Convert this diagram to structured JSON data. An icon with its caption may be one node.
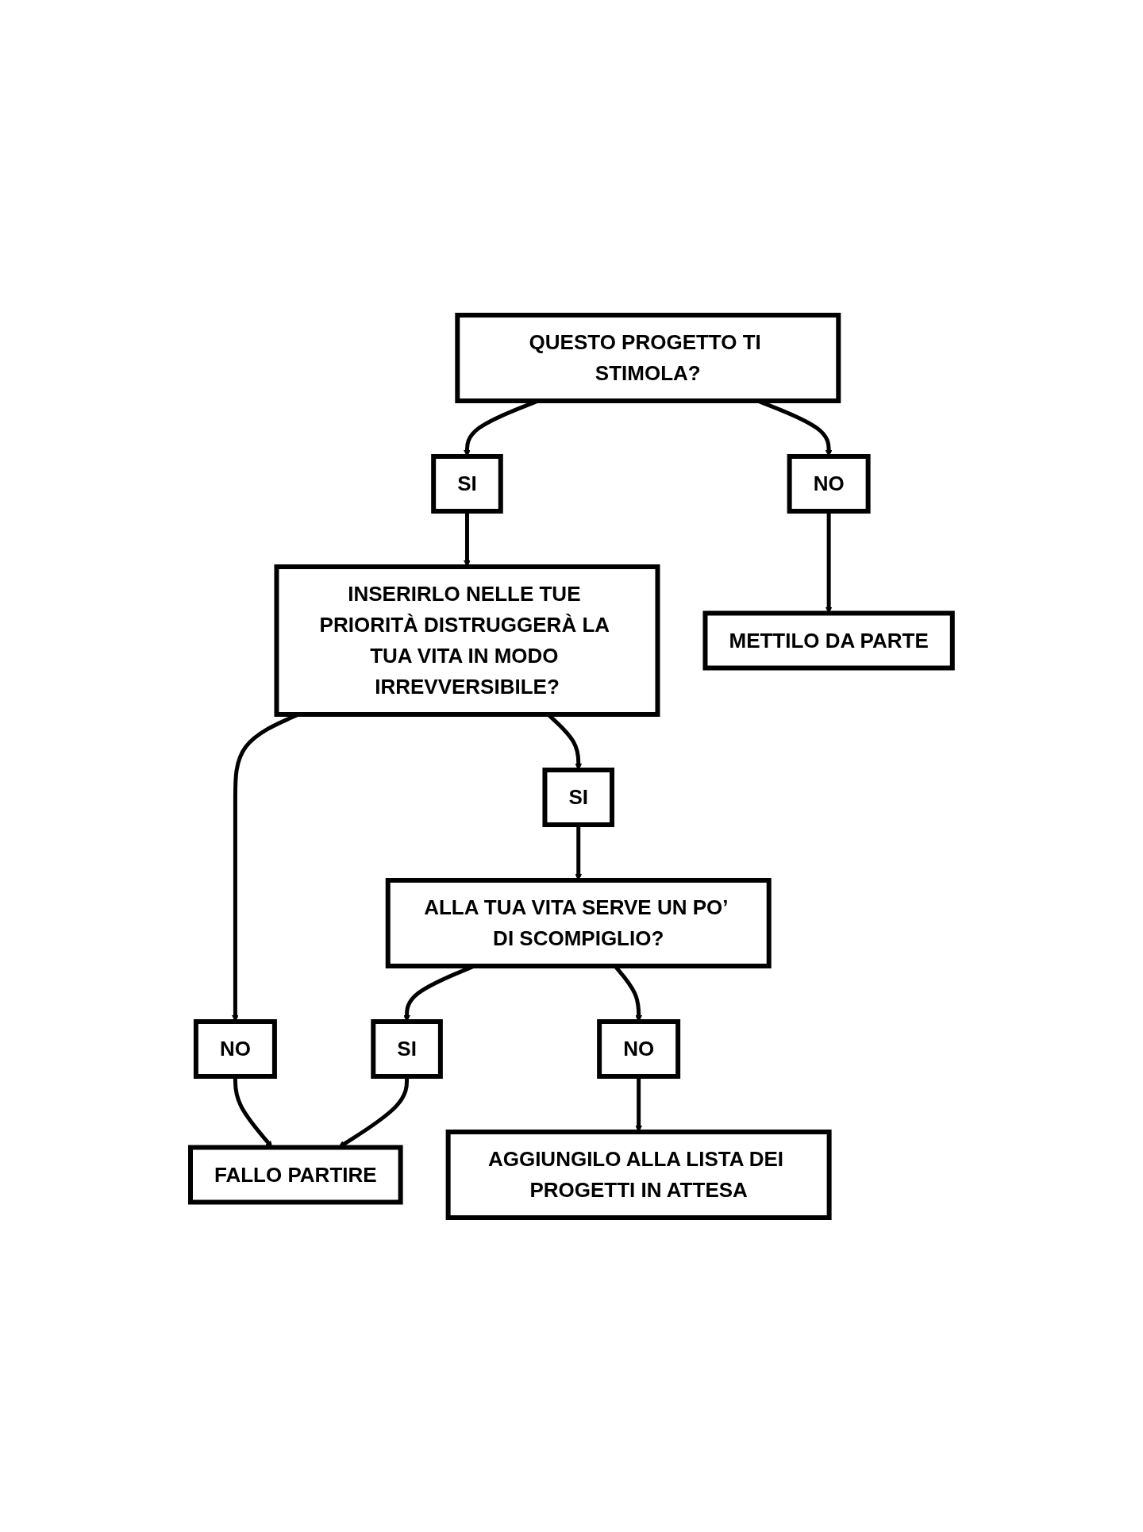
{
  "diagram": {
    "nodes": [
      {
        "text": [
          "QUESTO PROGETTO TI STIMOLA?"
        ]
      },
      {
        "text": [
          "SI"
        ]
      },
      {
        "text": [
          "NO"
        ]
      },
      {
        "text": [
          "INSERIRLO NELLE TUE PRIORITÀ DISTRUGGERÀ LA TUA VITA IN MODO IRREVVERSIBILE?"
        ]
      },
      {
        "text": [
          "METTILO DA PARTE"
        ]
      },
      {
        "text": [
          "SI"
        ]
      },
      {
        "text": [
          "NO"
        ]
      },
      {
        "text": [
          "ALLA TUA VITA SERVE UN PO’ DI SCOMPIGLIO?"
        ]
      },
      {
        "text": [
          "FALLO PARTIRE"
        ]
      },
      {
        "text": [
          "SI"
        ]
      },
      {
        "text": [
          "NO"
        ]
      },
      {
        "text": [
          "AGGIUNGILO ALLA LISTA DEI PROGETTI IN ATTESA"
        ]
      }
    ],
    "edges": [
      {
        "from": 0,
        "to": 1,
        "arrow": "to"
      },
      {
        "from": 0,
        "to": 2,
        "arrow": "to"
      },
      {
        "from": 1,
        "to": 3,
        "arrow": "to"
      },
      {
        "from": 2,
        "to": 4,
        "arrow": "to"
      },
      {
        "from": 3,
        "to": 5,
        "arrow": "to"
      },
      {
        "from": 3,
        "to": 6,
        "arrow": "to"
      },
      {
        "from": 5,
        "to": 7,
        "arrow": "to"
      },
      {
        "from": 6,
        "to": 8,
        "arrow": "to"
      },
      {
        "from": 7,
        "to": 9,
        "arrow": "to"
      },
      {
        "from": 9,
        "to": 8,
        "arrow": "to"
      },
      {
        "from": 7,
        "to": 10,
        "arrow": "to"
      },
      {
        "from": 10,
        "to": 11,
        "arrow": "to"
      }
    ]
  }
}
